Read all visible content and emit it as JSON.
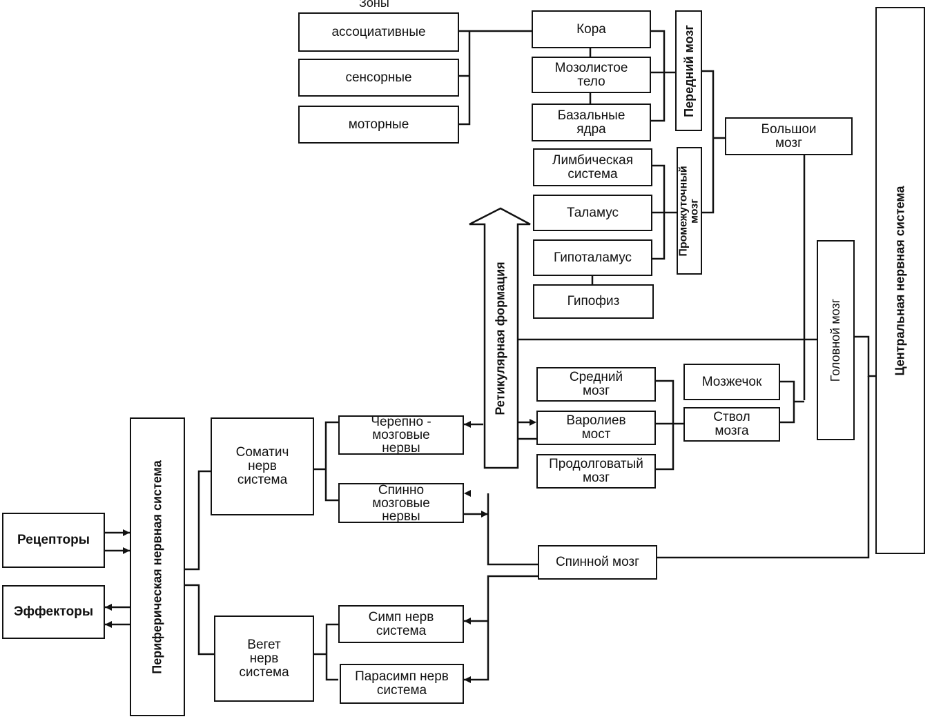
{
  "zones_label": "Зоны",
  "boxes": {
    "assoc": "ассоциативные",
    "sensory": "сенсорные",
    "motor": "моторные",
    "cortex": "Кора",
    "corpus": "Мозолистое\nтело",
    "basal": "Базальные\nядра",
    "forebrain": "Передний мозг",
    "cerebrum": "Большои\nмозг",
    "limbic": "Лимбическая\nсистема",
    "thalamus": "Таламус",
    "hypothalamus": "Гипоталамус",
    "pituitary": "Гипофиз",
    "diencephalon": "Промежуточный\nмозг",
    "reticular": "Ретикулярная формация",
    "brain": "Головной мозг",
    "cns": "Центральная нервная система",
    "midbrain": "Средний\nмозг",
    "pons": "Варолиев\nмост",
    "medulla": "Продолговатый\nмозг",
    "cerebellum": "Мозжечок",
    "brainstem": "Ствол\nмозга",
    "cranial": "Черепно -\nмозговые\nнервы",
    "spinal_nerves": "Спинно\nмозговые\nнервы",
    "somatic": "Соматич\nнерв\nсистема",
    "pns": "Периферическая нервная система",
    "receptors": "Рецепторы",
    "effectors": "Эффекторы",
    "spinal_cord": "Спинной мозг",
    "autonomic": "Вегет\nнерв\nсистема",
    "sympathetic": "Симп нерв\nсистема",
    "parasympathetic": "Парасимп нерв\nсистема"
  },
  "colors": {
    "ink": "#111111",
    "background": "#ffffff"
  }
}
